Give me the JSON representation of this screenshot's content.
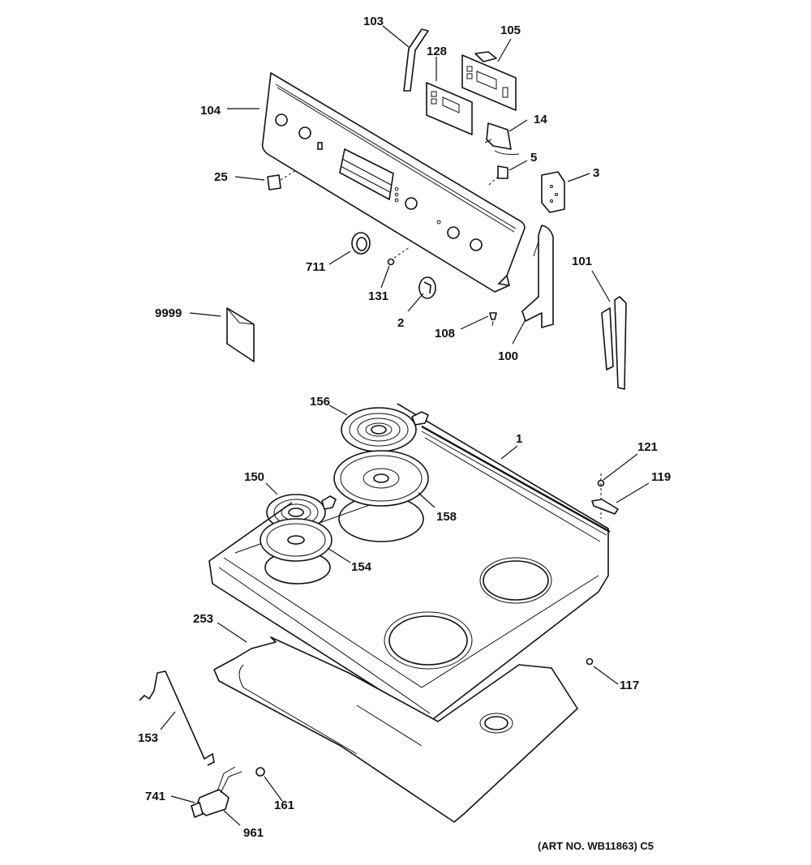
{
  "diagram": {
    "title": "Range cooktop and control panel exploded parts diagram",
    "art_number": "(ART NO. WB11863) C5",
    "callouts": [
      {
        "id": "103",
        "part": "control-panel-end-bracket"
      },
      {
        "id": "105",
        "part": "electronic-clock-control"
      },
      {
        "id": "128",
        "part": "control-overlay"
      },
      {
        "id": "104",
        "part": "backsplash-control-panel"
      },
      {
        "id": "14",
        "part": "infinite-switch"
      },
      {
        "id": "5",
        "part": "indicator-light"
      },
      {
        "id": "3",
        "part": "surface-unit-switch"
      },
      {
        "id": "25",
        "part": "signal-light-switch"
      },
      {
        "id": "711",
        "part": "knob-bezel"
      },
      {
        "id": "131",
        "part": "screw"
      },
      {
        "id": "2",
        "part": "control-knob"
      },
      {
        "id": "9999",
        "part": "literature-packet"
      },
      {
        "id": "108",
        "part": "fastener"
      },
      {
        "id": "100",
        "part": "end-cap"
      },
      {
        "id": "101",
        "part": "mounting-bracket"
      },
      {
        "id": "156",
        "part": "large-surface-element"
      },
      {
        "id": "1",
        "part": "cooktop"
      },
      {
        "id": "150",
        "part": "small-surface-element"
      },
      {
        "id": "158",
        "part": "large-drip-pan"
      },
      {
        "id": "154",
        "part": "small-drip-pan"
      },
      {
        "id": "121",
        "part": "screw"
      },
      {
        "id": "119",
        "part": "hinge-bracket"
      },
      {
        "id": "253",
        "part": "cooktop-support-pan"
      },
      {
        "id": "117",
        "part": "nut"
      },
      {
        "id": "153",
        "part": "support-rod"
      },
      {
        "id": "741",
        "part": "terminal-block"
      },
      {
        "id": "161",
        "part": "retainer-clip"
      },
      {
        "id": "961",
        "part": "receptacle"
      }
    ]
  }
}
